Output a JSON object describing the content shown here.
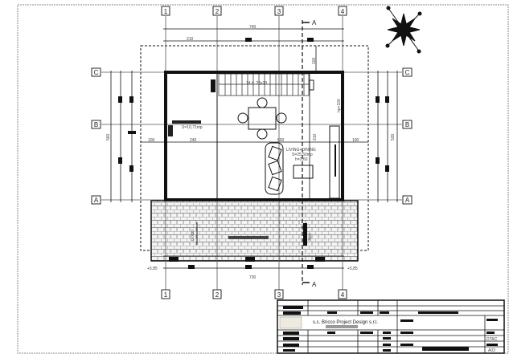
{
  "drawing": {
    "axes_vertical": [
      "1",
      "2",
      "3",
      "4"
    ],
    "axes_horizontal": [
      "C",
      "B",
      "A"
    ],
    "section_mark": "A",
    "dimensions": {
      "top_total": "740",
      "top_segment": "210",
      "bottom_total": "730",
      "left_total": "560",
      "right_total": "530",
      "right_top": "100",
      "inner_row": [
        "100",
        "240",
        "500",
        "100"
      ],
      "vertical_inner": "610",
      "hp": "hp=100",
      "elev_left": "+5,85",
      "elev_right": "+5,85"
    },
    "rooms": [
      {
        "area": "S=10,71mp"
      },
      {
        "name": "LIVING+DINING",
        "area": "S=25,50mp",
        "height": "h=2,60"
      }
    ],
    "stairs_label": "14 tr. 28x20",
    "terrace_labels": [
      "0.0dm",
      "3dm"
    ]
  },
  "title_block": {
    "company": "s.c. Bricco Project Design s.r.l.",
    "code": "DTAC",
    "sheet": "A03"
  }
}
